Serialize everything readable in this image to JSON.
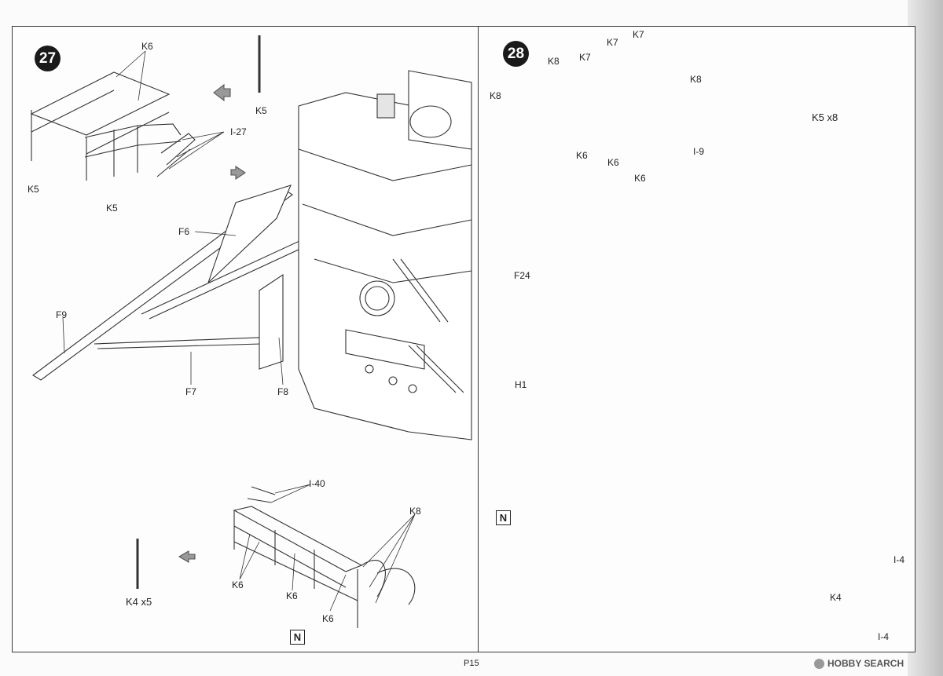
{
  "page_number": "P15",
  "watermark": "HOBBY SEARCH",
  "step27": {
    "number": "27",
    "labels": {
      "k6_top": "K6",
      "k5_post": "K5",
      "k5_left": "K5",
      "k5_mid": "K5",
      "i27": "I-27",
      "f6": "F6",
      "f9": "F9",
      "f7": "F7",
      "f8": "F8",
      "i40": "I-40",
      "k8": "K8",
      "k6_a": "K6",
      "k6_b": "K6",
      "k6_c": "K6",
      "k4x5": "K4 x5",
      "n_mark": "N"
    }
  },
  "step28": {
    "number": "28",
    "labels": {
      "k7_a": "K7",
      "k7_b": "K7",
      "k7_c": "K7",
      "k8_a": "K8",
      "k8_b": "K8",
      "k8_c": "K8",
      "k6_a": "K6",
      "k6_b": "K6",
      "k6_c": "K6",
      "i9": "I-9",
      "k5x8": "K5 x8",
      "f24": "F24",
      "h1": "H1",
      "i4_top": "I-4",
      "k4": "K4",
      "i4_bottom": "I-4",
      "n_mark": "N"
    }
  }
}
